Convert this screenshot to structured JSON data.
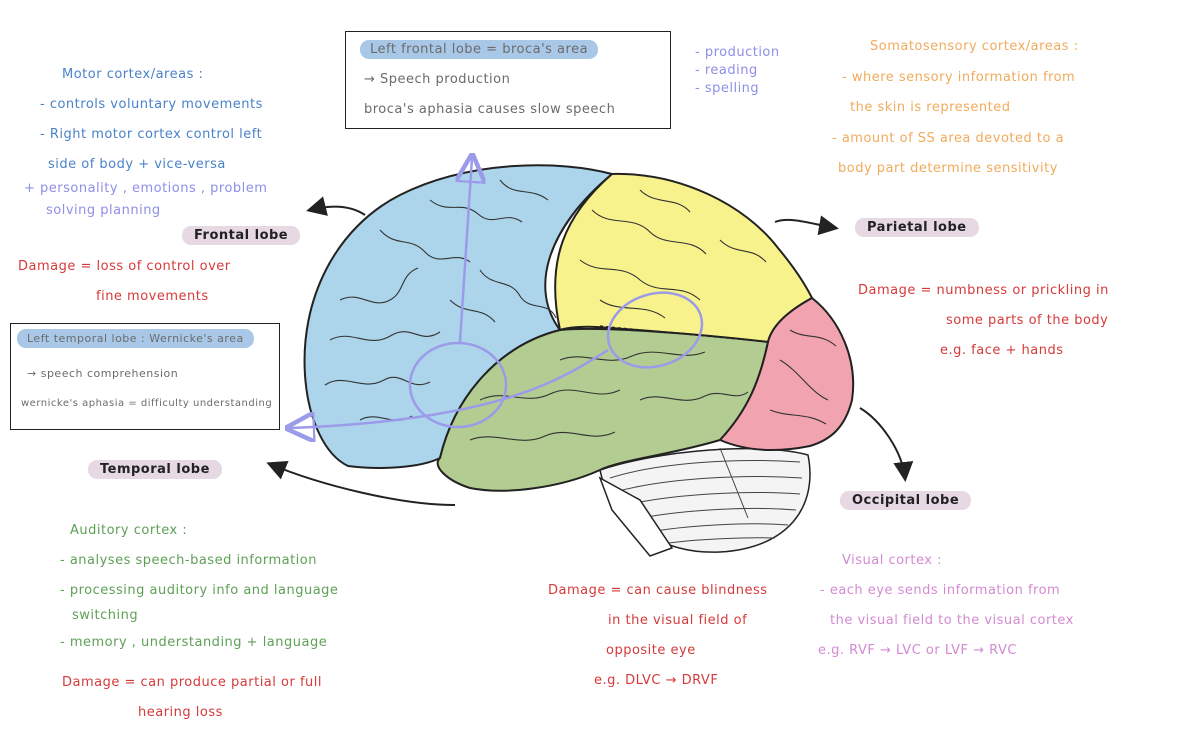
{
  "broca_box": {
    "title": "Left frontal lobe = broca's area",
    "lines": [
      "→ Speech production",
      "broca's aphasia causes slow speech"
    ]
  },
  "broca_functions": [
    "- production",
    "- reading",
    "- spelling"
  ],
  "motor_cortex": {
    "heading": "Motor cortex/areas :",
    "lines": [
      "- controls voluntary movements",
      "- Right motor cortex control left",
      "side of body + vice-versa"
    ]
  },
  "frontal_extra": [
    "+ personality , emotions , problem",
    "solving planning"
  ],
  "frontal_label": "Frontal lobe",
  "frontal_damage": [
    "Damage = loss of control over",
    "fine movements"
  ],
  "wernicke_box": {
    "title": "Left temporal lobe : Wernicke's area",
    "lines": [
      "→ speech comprehension",
      "wernicke's aphasia = difficulty understanding"
    ]
  },
  "temporal_label": "Temporal lobe",
  "auditory": {
    "heading": "Auditory cortex :",
    "lines": [
      "- analyses speech-based information",
      "- processing auditory info and language",
      "switching",
      "- memory , understanding + language"
    ]
  },
  "temporal_damage": [
    "Damage = can produce partial or full",
    "hearing loss"
  ],
  "somato": {
    "heading": "Somatosensory cortex/areas :",
    "lines": [
      "- where sensory information from",
      "the skin is represented",
      "- amount of SS area devoted to a",
      "body part determine sensitivity"
    ]
  },
  "parietal_label": "Parietal lobe",
  "parietal_damage": [
    "Damage = numbness or prickling in",
    "some parts of the body",
    "e.g. face + hands"
  ],
  "occipital_label": "Occipital lobe",
  "visual": {
    "heading": "Visual cortex :",
    "lines": [
      "- each eye sends information from",
      "the visual field to the visual cortex",
      "e.g. RVF → LVC or LVF → RVC"
    ]
  },
  "occipital_damage": [
    "Damage = can cause blindness",
    "in the visual field of",
    "opposite eye",
    "e.g. DLVC → DRVF"
  ],
  "colors": {
    "frontal": "#acd4ea",
    "parietal": "#f8f28c",
    "temporal": "#b3cc91",
    "occipital": "#f2a3b0",
    "cerebellum": "#f4f4f4",
    "annotation_line": "#9b9bea"
  }
}
